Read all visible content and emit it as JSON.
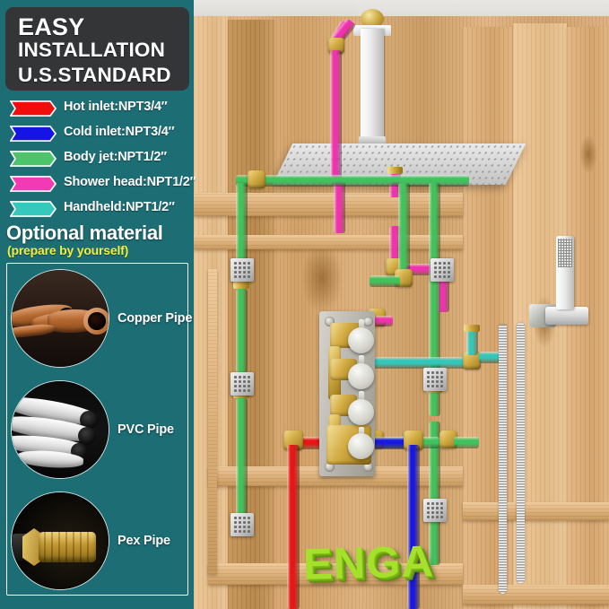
{
  "header": {
    "line1": "EASY",
    "line2": "INSTALLATION",
    "line3": "U.S.STANDARD"
  },
  "legend": {
    "items": [
      {
        "label": "Hot inlet:NPT3/4″",
        "color": "#f20d0d",
        "name": "hot-inlet"
      },
      {
        "label": "Cold inlet:NPT3/4″",
        "color": "#1414e6",
        "name": "cold-inlet"
      },
      {
        "label": "Body jet:NPT1/2″",
        "color": "#4cc46a",
        "name": "body-jet"
      },
      {
        "label": "Shower head:NPT1/2″",
        "color": "#f23ab4",
        "name": "shower-head"
      },
      {
        "label": "Handheld:NPT1/2″",
        "color": "#35c8bc",
        "name": "handheld"
      }
    ]
  },
  "optional": {
    "title": "Optional material",
    "subtitle": "(prepare by yourself)",
    "materials": [
      {
        "label": "Copper Pipe",
        "name": "copper-pipe"
      },
      {
        "label": "PVC Pipe",
        "name": "pvc-pipe"
      },
      {
        "label": "Pex Pipe",
        "name": "pex-pipe"
      }
    ]
  },
  "scene": {
    "brand": "ENGA",
    "brand_color": "#a4e02c",
    "pipe_colors": {
      "hot": "#e81616",
      "cold": "#1818e0",
      "body_jet": "#3fc45c",
      "shower_head": "#ef33ae",
      "handheld": "#33c7ba"
    },
    "panel_background": "#1d6d75"
  }
}
